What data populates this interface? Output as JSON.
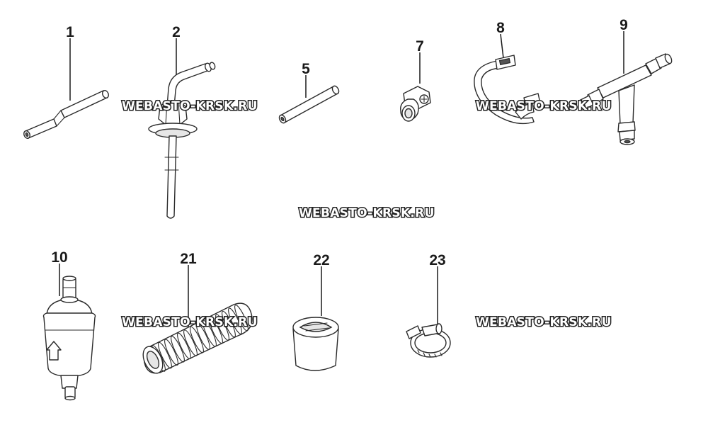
{
  "watermark_text": "WEBASTO-KRSK.RU",
  "parts": [
    {
      "id": "part-1",
      "number": "1",
      "icon": "fuel-line-tube"
    },
    {
      "id": "part-2",
      "number": "2",
      "icon": "fuel-standpipe"
    },
    {
      "id": "part-5",
      "number": "5",
      "icon": "short-pipe"
    },
    {
      "id": "part-7",
      "number": "7",
      "icon": "pipe-clamp"
    },
    {
      "id": "part-8",
      "number": "8",
      "icon": "cable-tie"
    },
    {
      "id": "part-9",
      "number": "9",
      "icon": "t-connector"
    },
    {
      "id": "part-10",
      "number": "10",
      "icon": "fuel-filter"
    },
    {
      "id": "part-21",
      "number": "21",
      "icon": "corrugated-sleeve"
    },
    {
      "id": "part-22",
      "number": "22",
      "icon": "rubber-grommet"
    },
    {
      "id": "part-23",
      "number": "23",
      "icon": "hose-clamp"
    }
  ]
}
